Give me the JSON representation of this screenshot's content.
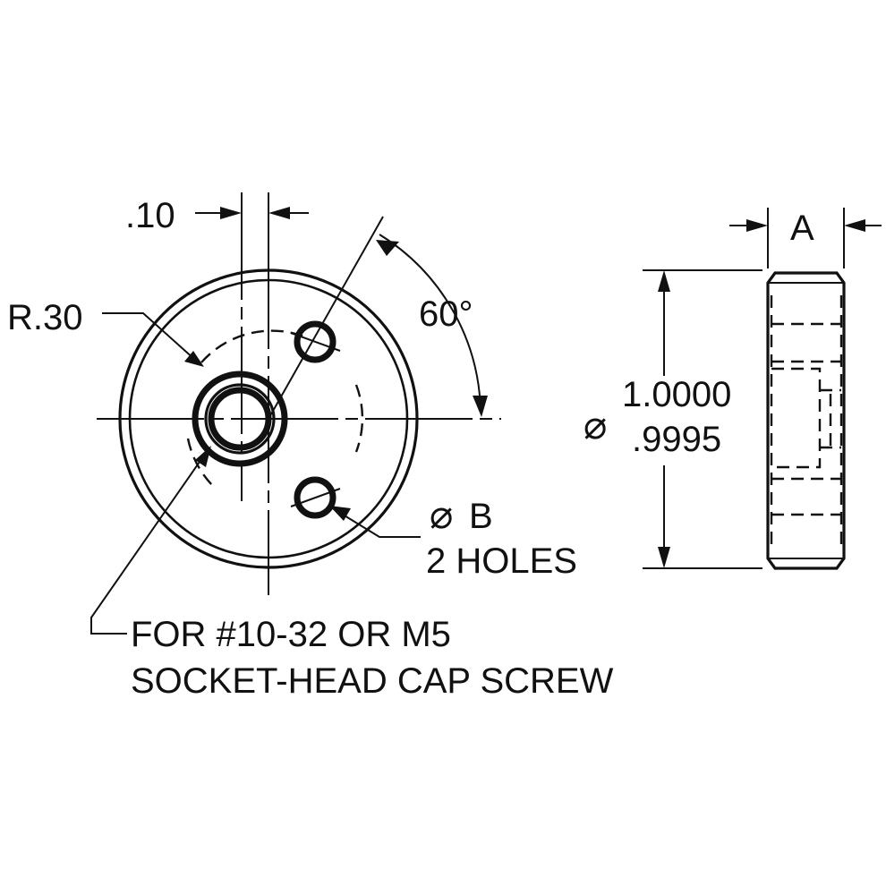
{
  "labels": {
    "radius": "R.30",
    "offset": ".10",
    "angle": "60°",
    "width": "A",
    "diameter_symbol": "⌀",
    "diameter_upper": "1.0000",
    "diameter_lower": ".9995",
    "hole_symbol": "⌀",
    "hole_size": "B",
    "hole_count": "2 HOLES",
    "note_line1": "FOR #10-32 OR M5",
    "note_line2": "SOCKET-HEAD CAP SCREW"
  }
}
